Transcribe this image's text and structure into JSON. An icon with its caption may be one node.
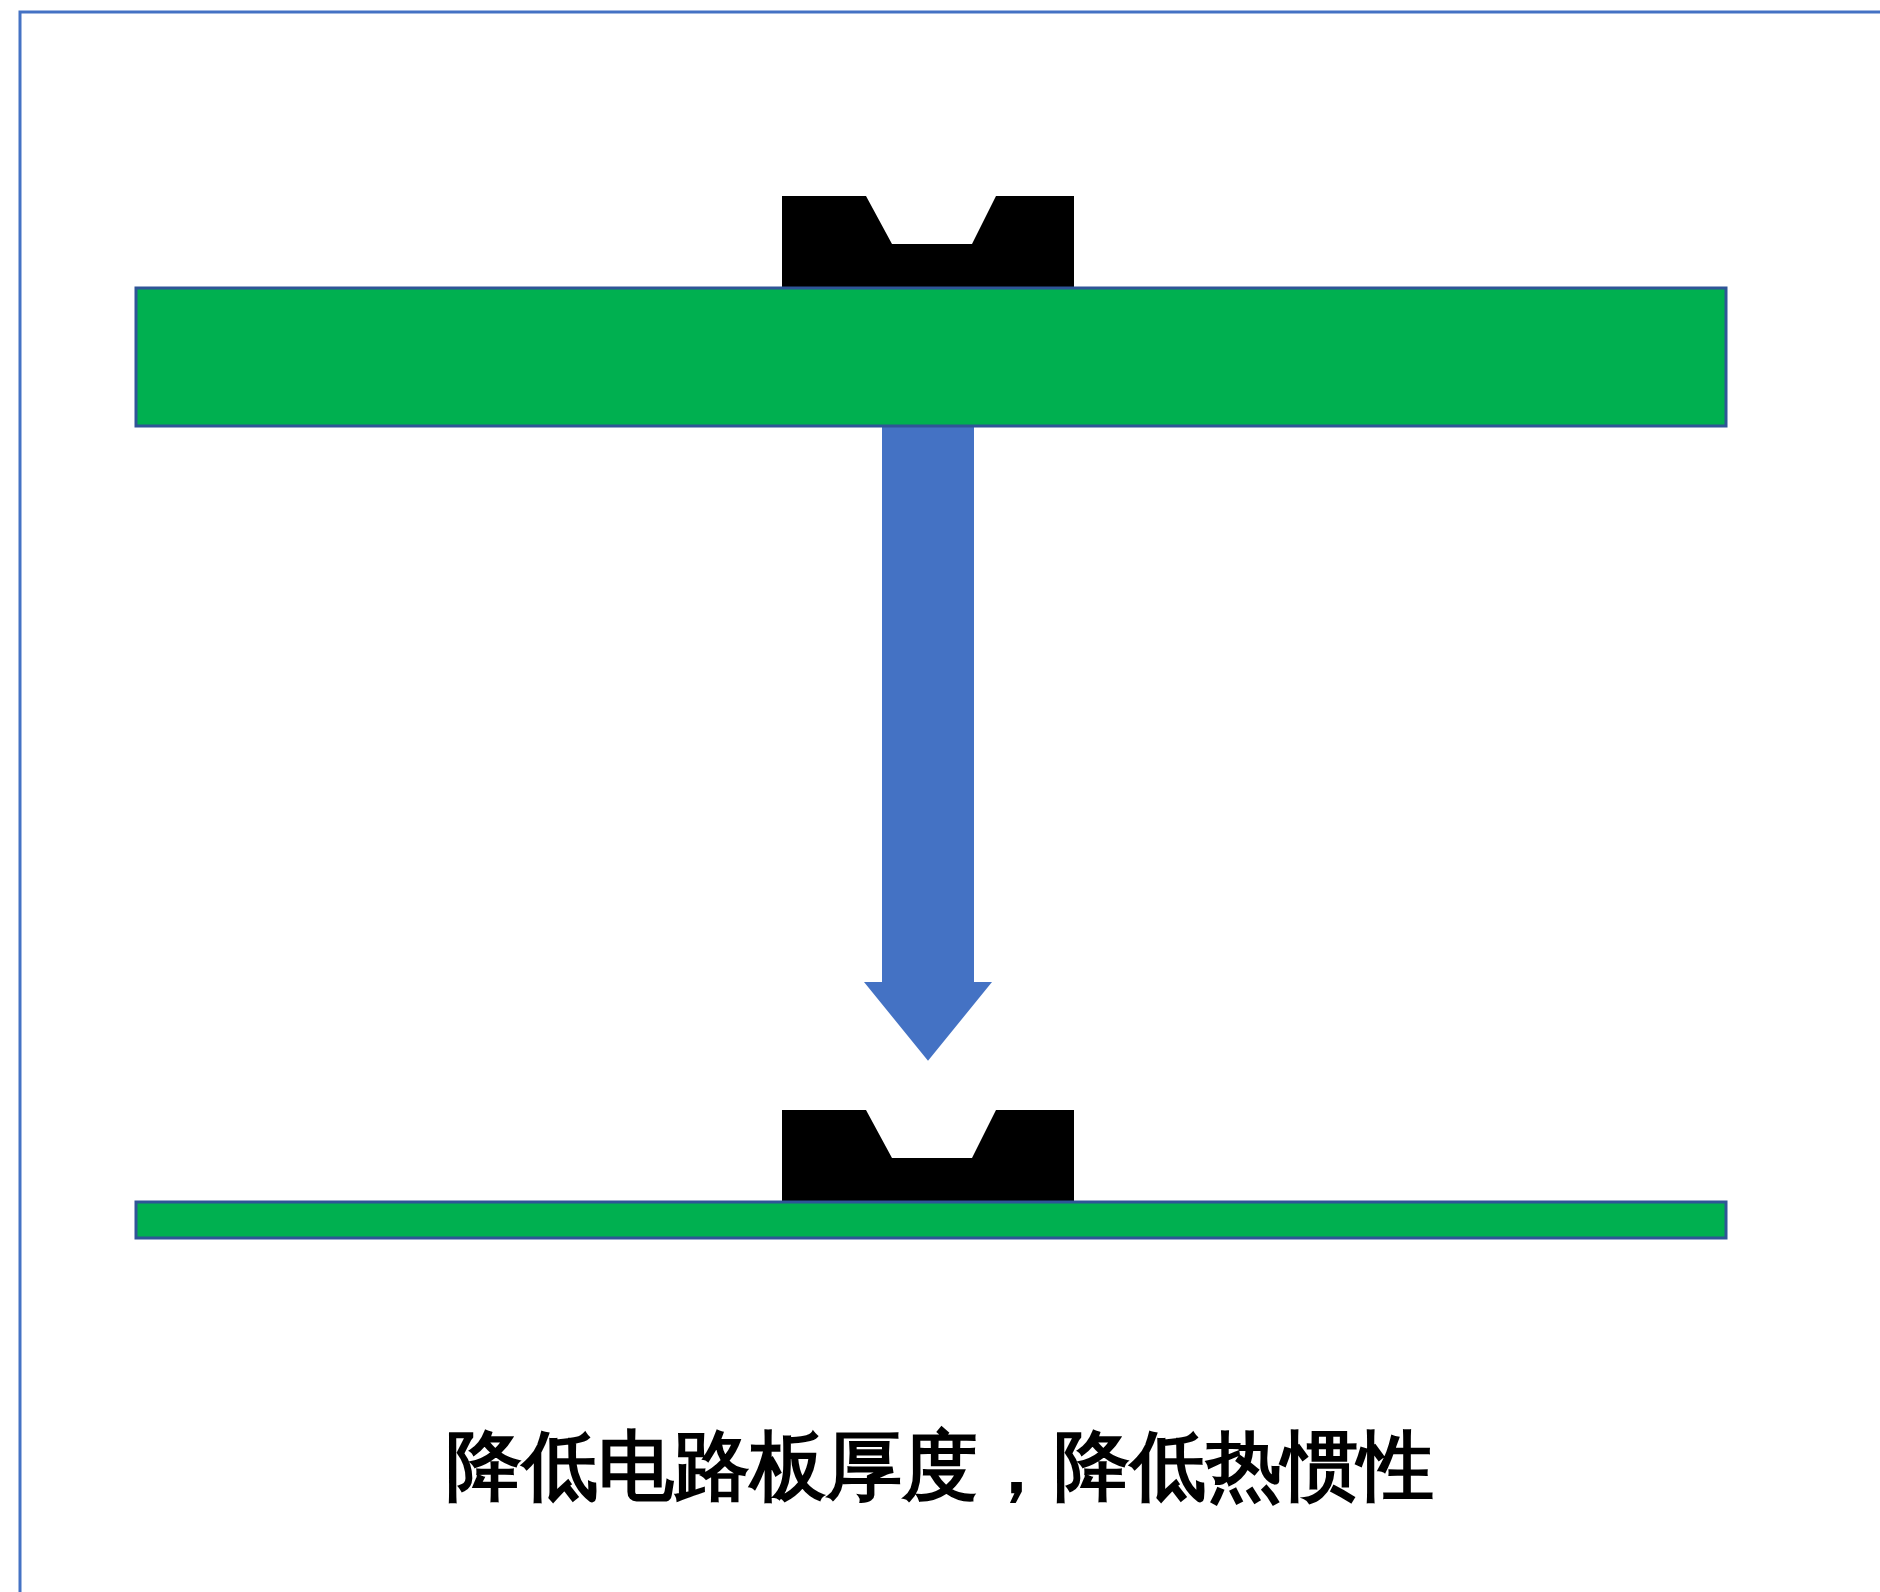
{
  "diagram": {
    "caption": "降低电路板厚度，降低热惯性",
    "nodes": [
      {
        "text": [],
        "shape": "bar"
      },
      {
        "text": [],
        "shape": "bar"
      }
    ],
    "edges": [
      {
        "from": 0,
        "to": 1,
        "arrow": "to"
      }
    ]
  }
}
